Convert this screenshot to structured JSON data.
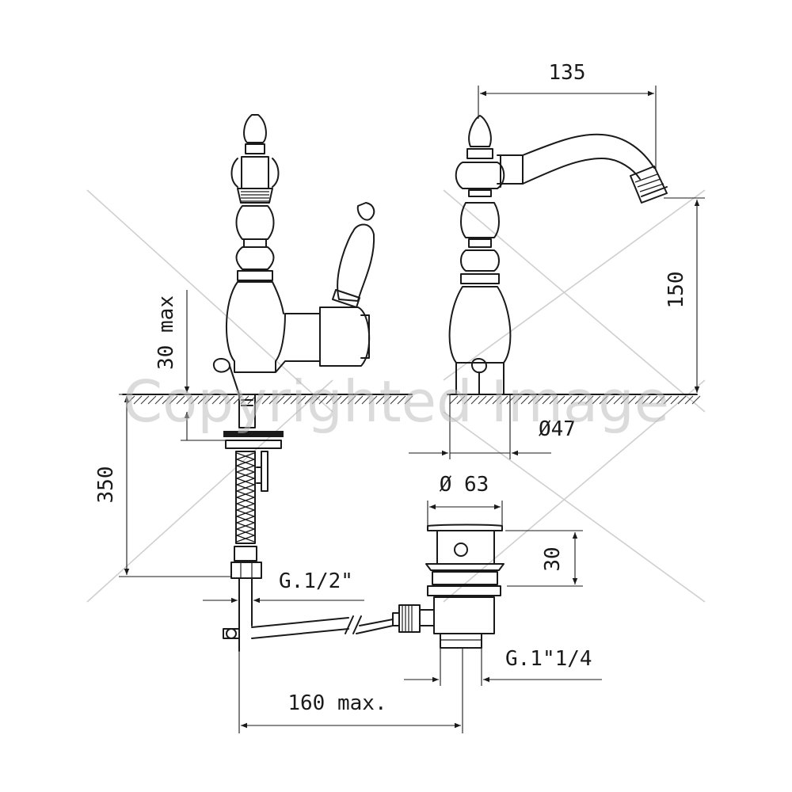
{
  "watermark": {
    "text": "Copyrighted Image"
  },
  "dimensions": {
    "top_reach": "135",
    "spout_height": "150",
    "deck_thickness": "30 max",
    "hose_length": "350",
    "base_diameter": "Ø47",
    "waste_diameter": "Ø 63",
    "waste_height": "30",
    "hose_thread": "G.1/2\"",
    "waste_thread": "G.1\"1/4",
    "rod_length": "160 max."
  }
}
